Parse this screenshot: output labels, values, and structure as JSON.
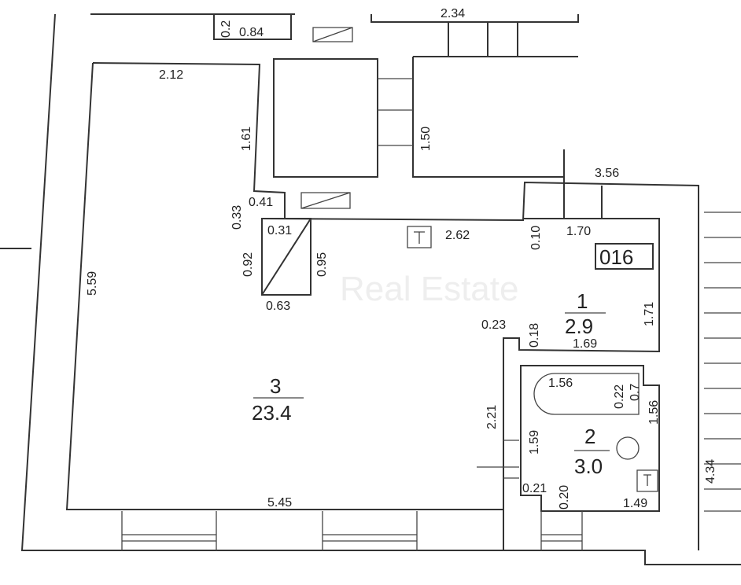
{
  "watermark": "Real Estate",
  "rooms": [
    {
      "number": "1",
      "area": "2.9"
    },
    {
      "number": "2",
      "area": "3.0"
    },
    {
      "number": "3",
      "area": "23.4"
    }
  ],
  "flat_code": "016",
  "dimensions": {
    "d_0_84": "0.84",
    "d_0_2": "0.2",
    "d_2_34": "2.34",
    "d_2_12": "2.12",
    "d_1_61": "1.61",
    "d_1_50": "1.50",
    "d_3_56": "3.56",
    "d_0_41": "0.41",
    "d_0_33": "0.33",
    "d_0_31": "0.31",
    "d_0_92": "0.92",
    "d_0_95": "0.95",
    "d_0_63": "0.63",
    "d_2_62": "2.62",
    "d_0_10": "0.10",
    "d_1_70": "1.70",
    "d_5_59": "5.59",
    "d_1_71": "1.71",
    "d_0_23": "0.23",
    "d_0_18": "0.18",
    "d_1_69": "1.69",
    "d_1_56": "1.56",
    "d_0_22": "0.22",
    "d_0_7": "0.7",
    "d_1_56b": "1.56",
    "d_2_21": "2.21",
    "d_1_59": "1.59",
    "d_0_21": "0.21",
    "d_0_20": "0.20",
    "d_1_49": "1.49",
    "d_5_45": "5.45",
    "d_4_34": "4.34"
  }
}
